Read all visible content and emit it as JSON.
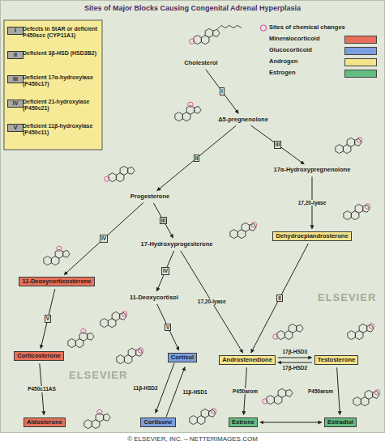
{
  "diagram": {
    "title": "Sites of Major Blocks Causing Congenital Adrenal Hyperplasia",
    "caption": "© ELSEVIER, INC. – NETTERIMAGES.COM",
    "nodes": [
      {
        "text": [
          "Cholesterol"
        ]
      },
      {
        "text": [
          "Δ5-pregnenolone"
        ]
      },
      {
        "text": [
          "17α-Hydroxypregnenolone"
        ]
      },
      {
        "text": [
          "Dehydroepiandrosterone"
        ]
      },
      {
        "text": [
          "Progesterone"
        ]
      },
      {
        "text": [
          "17-Hydroxyprogesterone"
        ]
      },
      {
        "text": [
          "11-Deoxycorticosterone"
        ]
      },
      {
        "text": [
          "11-Deoxycortisol"
        ]
      },
      {
        "text": [
          "Corticosterone"
        ]
      },
      {
        "text": [
          "Cortisol"
        ]
      },
      {
        "text": [
          "Aldosterone"
        ]
      },
      {
        "text": [
          "Cortisone"
        ]
      },
      {
        "text": [
          "Androstenedione"
        ]
      },
      {
        "text": [
          "Testosterone"
        ]
      },
      {
        "text": [
          "Estrone"
        ]
      },
      {
        "text": [
          "Estradiol"
        ]
      }
    ],
    "edges": [
      {
        "from": 0,
        "to": 1,
        "label": "I",
        "arrow": "to"
      },
      {
        "from": 1,
        "to": 2,
        "label": "III",
        "arrow": "to"
      },
      {
        "from": 1,
        "to": 4,
        "label": "II",
        "arrow": "to"
      },
      {
        "from": 2,
        "to": 3,
        "label": "17,20-lyase",
        "arrow": "to"
      },
      {
        "from": 4,
        "to": 5,
        "label": "III",
        "arrow": "to"
      },
      {
        "from": 4,
        "to": 6,
        "label": "IV",
        "arrow": "to"
      },
      {
        "from": 5,
        "to": 7,
        "label": "IV",
        "arrow": "to"
      },
      {
        "from": 5,
        "to": 12,
        "label": "17,20-lyase",
        "arrow": "to"
      },
      {
        "from": 3,
        "to": 12,
        "label": "II",
        "arrow": "to"
      },
      {
        "from": 6,
        "to": 8,
        "label": "V",
        "arrow": "to"
      },
      {
        "from": 7,
        "to": 9,
        "label": "V",
        "arrow": "to"
      },
      {
        "from": 8,
        "to": 10,
        "label": "P450c11AS",
        "arrow": "to"
      },
      {
        "from": 9,
        "to": 11,
        "label": "11β-HSD2",
        "arrow": "to"
      },
      {
        "from": 11,
        "to": 9,
        "label": "11β-HSD1",
        "arrow": "to"
      },
      {
        "from": 12,
        "to": 13,
        "label": "17β-HSD3",
        "arrow": "to"
      },
      {
        "from": 13,
        "to": 12,
        "label": "17β-HSD2",
        "arrow": "to"
      },
      {
        "from": 12,
        "to": 14,
        "label": "P450arom",
        "arrow": "to"
      },
      {
        "from": 13,
        "to": 15,
        "label": "P450arom",
        "arrow": "to"
      },
      {
        "from": 14,
        "to": 15,
        "arrow": "both"
      }
    ],
    "labels": [
      "I",
      "Defects in StAR or deficient P450scc (CYP11A1)",
      "II",
      "Deficient 3β-HSD (HSD3B2)",
      "III",
      "Deficient 17α-hydroxylase (P450c17)",
      "IV",
      "Deficient 21-hydroxylase (P450c21)",
      "V",
      "Deficient 11β-hydroxylase (P450c11)",
      "ELSEVIER",
      "ELSEVIER"
    ],
    "legend": [
      {
        "text": "Sites of chemical changes"
      },
      {
        "text": "Mineralocorticoid",
        "color": "#e8705a"
      },
      {
        "text": "Glucocorticoid",
        "color": "#7d9ede"
      },
      {
        "text": "Androgen",
        "color": "#f4e38a"
      },
      {
        "text": "Estrogen",
        "color": "#63bd82"
      }
    ]
  }
}
